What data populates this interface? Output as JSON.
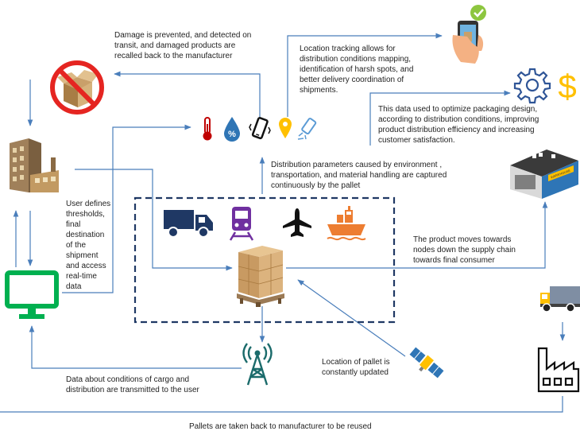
{
  "texts": {
    "damage": "Damage is prevented, and detected on\ntransit, and damaged products are\nrecalled back to the manufacturer",
    "location_tracking": "Location tracking allows for\ndistribution conditions mapping,\nidentification of harsh spots, and\nbetter delivery coordination of\nshipments.",
    "data_used": "This data used to optimize packaging design,\naccording to distribution conditions, improving\nproduct distribution efficiency and increasing\ncustomer satisfaction.",
    "distribution_params": "Distribution parameters caused by environment ,\ntransportation, and material handling are captured\ncontinuously by the pallet",
    "user_defines": "User defines\nthresholds,\nfinal\ndestination\nof the\nshipment\nand access\nreal-time\ndata",
    "product_moves": "The product moves towards\nnodes down the supply chain\ntowards final consumer",
    "location_pallet": "Location of pallet is\nconstantly updated",
    "data_conditions": "Data about conditions of cargo and\ndistribution are transmitted to the  user",
    "pallets_back": "Pallets are taken back to manufacturer to be reused",
    "warehouse_sign": "WAREHOUSE"
  },
  "icons": {
    "no_box": "prohibited-damaged-box-icon",
    "factory_building": "factory-building-icon",
    "monitor": "computer-monitor-icon",
    "thermometer": "thermometer-icon",
    "humidity": "humidity-drop-icon",
    "vibration_phone": "vibration-phone-icon",
    "location_pin": "location-pin-icon",
    "shock_sensor": "shock-sensor-icon",
    "phone_tracking": "phone-tracking-icon",
    "gear_dollar": "gear-dollar-icon",
    "warehouse": "warehouse-icon",
    "truck": "truck-icon",
    "train": "train-icon",
    "plane": "airplane-icon",
    "ship": "cargo-ship-icon",
    "pallet": "smart-pallet-icon",
    "antenna": "antenna-tower-icon",
    "satellite": "satellite-icon",
    "delivery_truck": "delivery-truck-icon",
    "consumer_factory": "consumer-factory-icon"
  },
  "colors": {
    "arrow": "#4a7ebb",
    "dashed_box": "#1f3864",
    "monitor": "#00b050",
    "truck": "#1f3864",
    "train": "#7030a0",
    "ship": "#ed7d31",
    "gear": "#2f5597",
    "dollar": "#ffc000",
    "prohibited": "#e52521"
  }
}
